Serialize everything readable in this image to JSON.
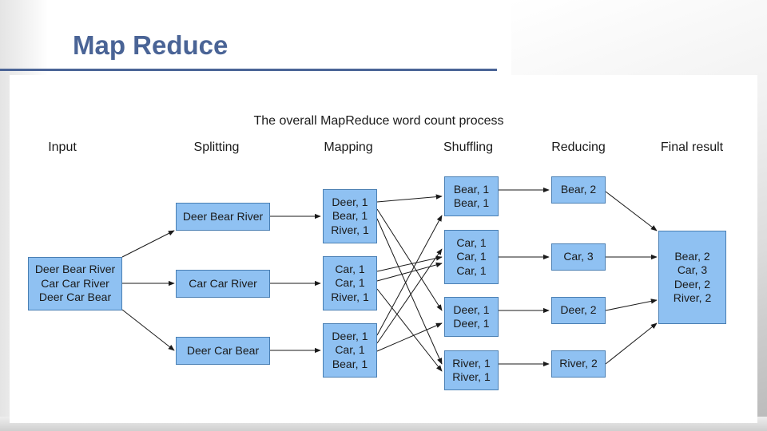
{
  "slide": {
    "title": "Map Reduce"
  },
  "diagram": {
    "caption": "The overall MapReduce word count process",
    "stages": [
      "Input",
      "Splitting",
      "Mapping",
      "Shuffling",
      "Reducing",
      "Final result"
    ],
    "input": {
      "lines": [
        "Deer Bear River",
        "Car Car River",
        "Deer Car Bear"
      ]
    },
    "splitting": [
      {
        "lines": [
          "Deer Bear River"
        ]
      },
      {
        "lines": [
          "Car Car River"
        ]
      },
      {
        "lines": [
          "Deer Car Bear"
        ]
      }
    ],
    "mapping": [
      {
        "lines": [
          "Deer, 1",
          "Bear, 1",
          "River, 1"
        ]
      },
      {
        "lines": [
          "Car, 1",
          "Car, 1",
          "River, 1"
        ]
      },
      {
        "lines": [
          "Deer, 1",
          "Car, 1",
          "Bear, 1"
        ]
      }
    ],
    "shuffling": [
      {
        "lines": [
          "Bear, 1",
          "Bear, 1"
        ]
      },
      {
        "lines": [
          "Car, 1",
          "Car, 1",
          "Car, 1"
        ]
      },
      {
        "lines": [
          "Deer, 1",
          "Deer, 1"
        ]
      },
      {
        "lines": [
          "River, 1",
          "River, 1"
        ]
      }
    ],
    "reducing": [
      {
        "lines": [
          "Bear, 2"
        ]
      },
      {
        "lines": [
          "Car, 3"
        ]
      },
      {
        "lines": [
          "Deer, 2"
        ]
      },
      {
        "lines": [
          "River, 2"
        ]
      }
    ],
    "final_result": {
      "lines": [
        "Bear, 2",
        "Car, 3",
        "Deer, 2",
        "River, 2"
      ]
    },
    "colors": {
      "box_fill": "#8fc1f2",
      "box_border": "#4a7fb3",
      "title": "#4a6496"
    }
  }
}
